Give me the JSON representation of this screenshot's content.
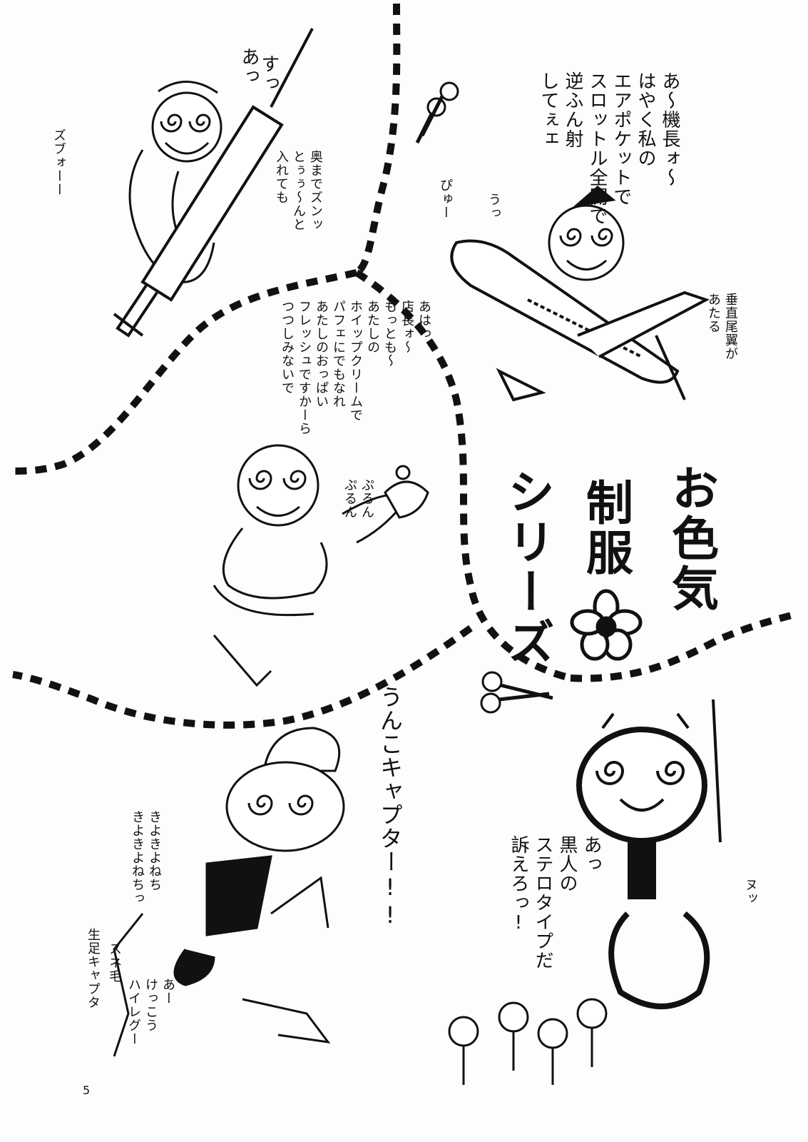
{
  "page_number": "5",
  "title": {
    "line1": "お色気",
    "line2": "制服",
    "line3": "シリーズ"
  },
  "panel_nurse": {
    "exclaim": "あっ",
    "exclaim2": "すっ",
    "caption": "奥までズンッ\nとぅぅ～んと\n入れても",
    "sfx": "ズブォーー",
    "sfx2": "ー"
  },
  "panel_stewardess": {
    "speech": "あ～機長ォ～\nはやく私の\nエアポケットで\nスロットル全開で\n逆ふん射\nしてぇェ",
    "sfx": "ぴゅー",
    "bubble": "うっ",
    "note": "垂直尾翼が\nあたる"
  },
  "panel_waitress": {
    "speech": "あはっ\n店長ォ～\nもっとも～\nあたしの\nホイップクリームで\nパフェにでもなれ\nあたしのおっぱい\nフレッシュですかーら\nつつしみないで",
    "sfx": "ぷるん\nぷるん"
  },
  "panel_captain": {
    "title_vertical": "うんこキャプター!!",
    "chant": "きよきよねち\nきよきよねちっ",
    "note": "生足キャプタ",
    "note2": "スネ毛",
    "reply": "あー\nけっこう\nハイレグー"
  },
  "panel_stereotype": {
    "speech": "あっ\n黒人の\nステロタイプだ\n訴えろっ!",
    "sfx": "ヌッ"
  }
}
